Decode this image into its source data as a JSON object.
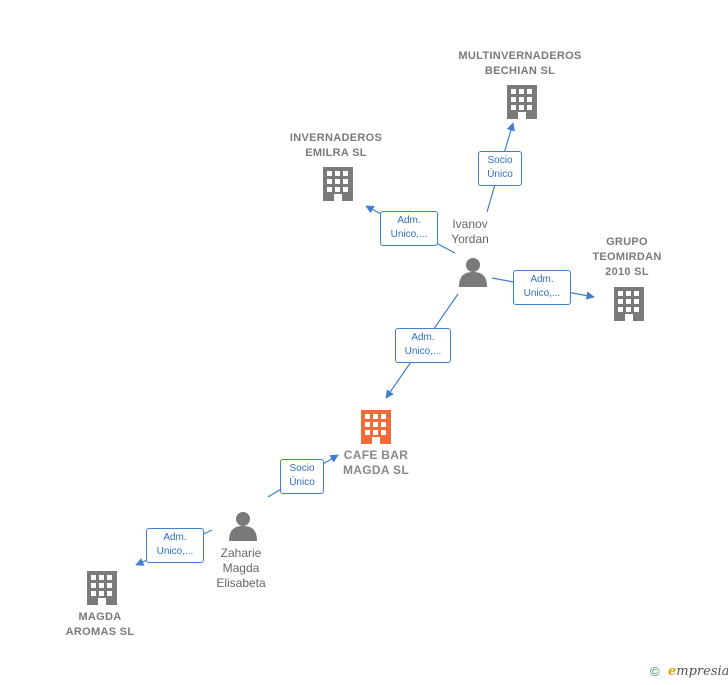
{
  "nodes": {
    "multinvernaderos": {
      "label": "MULTINVERNADEROS\nBECHIAN  SL"
    },
    "invernaderos": {
      "label": "INVERNADEROS\nEMILRA  SL"
    },
    "grupo": {
      "label": "GRUPO\nTEOMIRDAN\n2010  SL"
    },
    "ivanov": {
      "label": "Ivanov\nYordan"
    },
    "cafe": {
      "label": "CAFE BAR\nMAGDA  SL"
    },
    "zaharie": {
      "label": "Zaharie\nMagda\nElisabeta"
    },
    "magda": {
      "label": "MAGDA\nAROMAS  SL"
    }
  },
  "edges": {
    "e1": {
      "label": "Socio\nÚnico"
    },
    "e2": {
      "label": "Adm.\nUnico,..."
    },
    "e3": {
      "label": "Adm.\nUnico,..."
    },
    "e4": {
      "label": "Adm.\nUnico,..."
    },
    "e5": {
      "label": "Socio\nÚnico"
    },
    "e6": {
      "label": "Adm.\nUnico,..."
    }
  },
  "colors": {
    "company": "#7a7a7a",
    "main_company": "#f26a35",
    "person": "#7a7a7a",
    "edge": "#3f7fd0"
  },
  "footer": {
    "copyright": "©",
    "brand_first": "e",
    "brand_rest": "mpresia"
  }
}
